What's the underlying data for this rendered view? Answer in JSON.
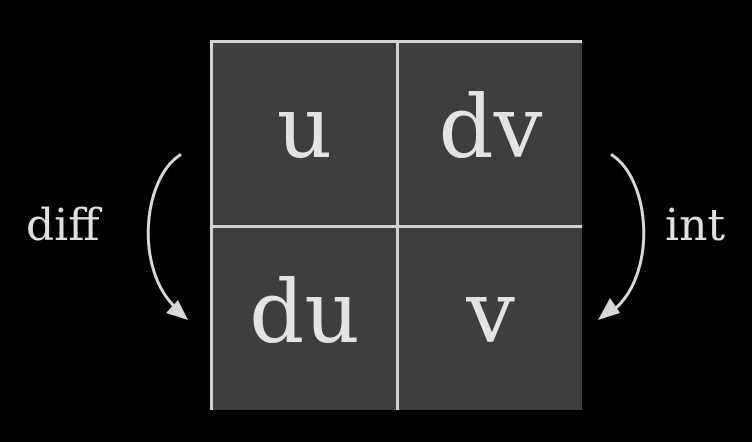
{
  "table": {
    "top_left": "u",
    "top_right": "dv",
    "bottom_left": "du",
    "bottom_right": "v"
  },
  "labels": {
    "left": "diff",
    "right": "int"
  },
  "colors": {
    "background": "#000000",
    "cell_fill": "#3e3e3e",
    "border": "#d2d2d2",
    "text": "#e3e3e3"
  },
  "icons": {
    "left_arrow": "curved-arrow-down",
    "right_arrow": "curved-arrow-down"
  }
}
